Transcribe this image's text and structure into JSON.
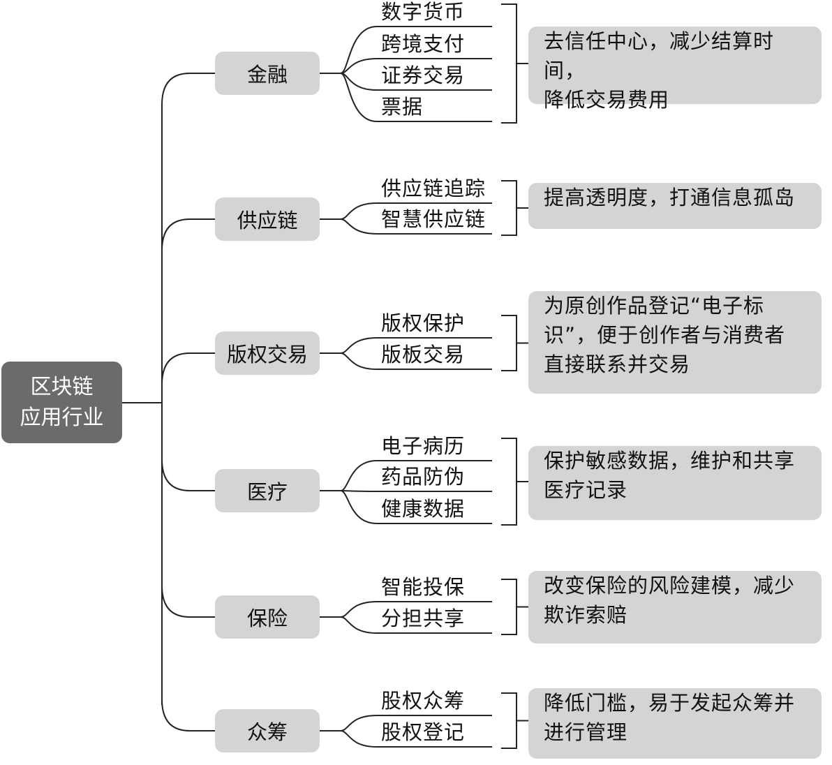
{
  "root": {
    "lines": [
      "区块链",
      "应用行业"
    ]
  },
  "branches": [
    {
      "category": "金融",
      "items": [
        "数字货币",
        "跨境支付",
        "证券交易",
        "票据"
      ],
      "desc_lines": [
        "去信任中心，减少结算时间，",
        "降低交易费用"
      ]
    },
    {
      "category": "供应链",
      "items": [
        "供应链追踪",
        "智慧供应链"
      ],
      "desc_lines": [
        "提高透明度，打通信息孤岛"
      ]
    },
    {
      "category": "版权交易",
      "items": [
        "版权保护",
        "版板交易"
      ],
      "desc_lines": [
        "为原创作品登记“电子标",
        "识”，便于创作者与消费者",
        "直接联系并交易"
      ]
    },
    {
      "category": "医疗",
      "items": [
        "电子病历",
        "药品防伪",
        "健康数据"
      ],
      "desc_lines": [
        "保护敏感数据，维护和共享",
        "医疗记录"
      ]
    },
    {
      "category": "保险",
      "items": [
        "智能投保",
        "分担共享"
      ],
      "desc_lines": [
        "改变保险的风险建模，减少",
        "欺诈索赔"
      ]
    },
    {
      "category": "众筹",
      "items": [
        "股权众筹",
        "股权登记"
      ],
      "desc_lines": [
        "降低门槛，易于发起众筹并",
        "进行管理"
      ]
    }
  ]
}
